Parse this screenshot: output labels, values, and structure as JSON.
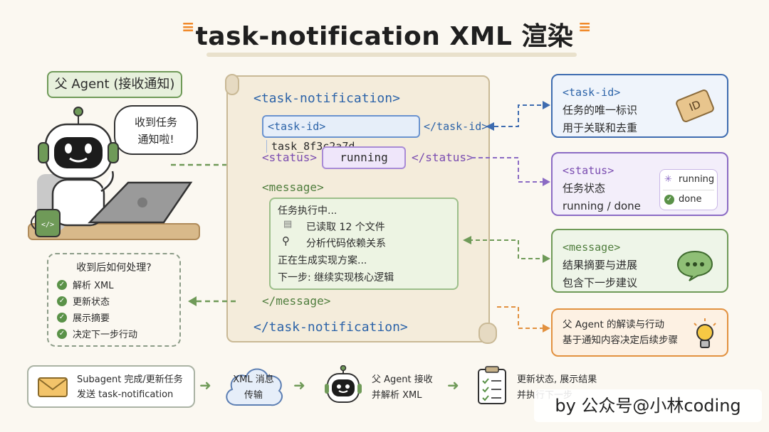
{
  "title": "task-notification XML 渲染",
  "parent_agent": {
    "label": "父 Agent (接收通知)",
    "speech_line1": "收到任务",
    "speech_line2": "通知啦!"
  },
  "xml": {
    "open_tag": "<task-notification>",
    "close_tag": "</task-notification>",
    "task_id_open": "<task-id>",
    "task_id_value": "task_8f3c2a7d",
    "task_id_close": "</task-id>",
    "status_open": "<status>",
    "status_value": "running",
    "status_close": "</status>",
    "message_open": "<message>",
    "message_close": "</message>",
    "message_lines": [
      "任务执行中...",
      "已读取 12 个文件",
      "分析代码依赖关系",
      "正在生成实现方案...",
      "下一步: 继续实现核心逻辑"
    ]
  },
  "cards": {
    "task_id": {
      "tag": "<task-id>",
      "line1": "任务的唯一标识",
      "line2": "用于关联和去重",
      "badge": "ID"
    },
    "status": {
      "tag": "<status>",
      "line1": "任务状态",
      "line2": "running / done",
      "opt_running": "running",
      "opt_done": "done"
    },
    "message": {
      "tag": "<message>",
      "line1": "结果摘要与进展",
      "line2": "包含下一步建议"
    },
    "action": {
      "line1": "父 Agent 的解读与行动",
      "line2": "基于通知内容决定后续步骤"
    }
  },
  "handling": {
    "title": "收到后如何处理?",
    "items": [
      "解析 XML",
      "更新状态",
      "展示摘要",
      "决定下一步行动"
    ]
  },
  "flow": {
    "step1_line1": "Subagent 完成/更新任务",
    "step1_line2": "发送 task-notification",
    "step2_line1": "XML 消息",
    "step2_line2": "传输",
    "step3_line1": "父 Agent 接收",
    "step3_line2": "并解析 XML",
    "step4_line1": "更新状态, 展示结果",
    "step4_line2": "并执行下一步"
  },
  "watermark": "by 公众号@小林coding",
  "colors": {
    "blue": "#3e6cb0",
    "purple": "#8b6bc4",
    "green": "#6f9a58",
    "orange": "#e2913f"
  }
}
